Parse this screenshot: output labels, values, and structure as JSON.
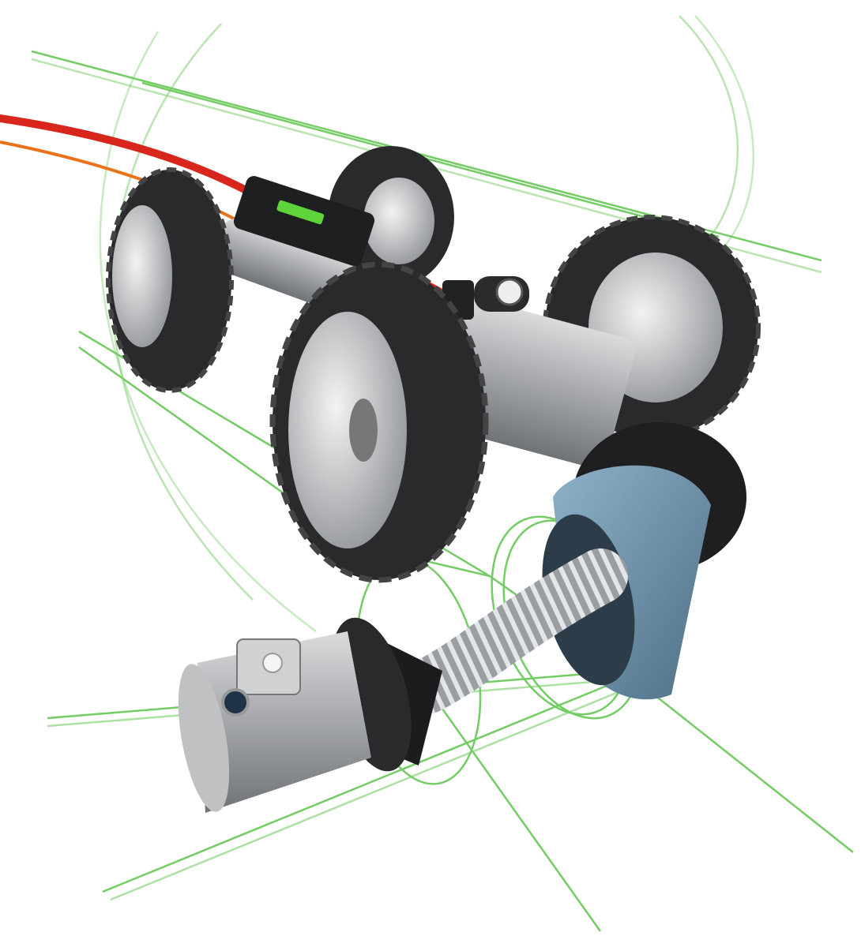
{
  "colors": {
    "background": "#ffffff",
    "pipe_outline": "#5cc44a",
    "cable_red": "#d8261c",
    "cable_orange": "#e8731a",
    "tire": "#2a2a2c",
    "hub": "#c9cbcd",
    "body_metal": "#a9abae",
    "lift_sleeve": "#6f93ab",
    "module_logo": "#5fd33a"
  },
  "parts": [
    "rear-left-wheel",
    "rear-right-wheel",
    "front-left-wheel",
    "front-right-wheel",
    "control-module",
    "chassis",
    "cable",
    "lift-sleeve",
    "flex-hose",
    "camera-head"
  ]
}
